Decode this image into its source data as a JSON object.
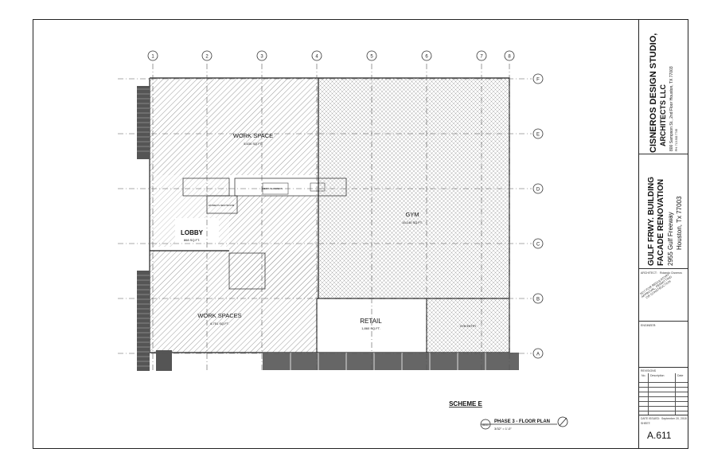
{
  "grid": {
    "columns": [
      "1",
      "2",
      "3",
      "4",
      "5",
      "6",
      "7",
      "8"
    ],
    "rows": [
      "F",
      "E",
      "D",
      "C",
      "B",
      "A"
    ]
  },
  "rooms": {
    "work_space": {
      "name": "WORK SPACE",
      "area": "5,630 SQ.FT."
    },
    "gym": {
      "name": "GYM",
      "area": "15,140 SQ.FT."
    },
    "lobby": {
      "name": "LOBBY",
      "area": "868 SQ.FT."
    },
    "work_spaces": {
      "name": "WORK SPACES",
      "area": "6,751 SQ.FT."
    },
    "retail": {
      "name": "RETAIL",
      "area": "1,860 SQ.FT."
    },
    "gym_entry": {
      "name": "GYM ENTRY"
    },
    "womens": {
      "name": "WOMEN'S RESTROOM"
    },
    "mens": {
      "name": "MEN'S SHOWERS"
    }
  },
  "scheme_label": "SCHEME E",
  "drawing_title": {
    "number": "A611",
    "title": "PHASE 3 - FLOOR PLAN",
    "scale": "3/32\" = 1'-0\""
  },
  "title_block": {
    "firm_name": "CISNEROS DESIGN STUDIO,",
    "firm_name2": "ARCHITECTS LLC",
    "firm_address": "800 Sampson St., 2nd Floor     Houston, TX 77003",
    "firm_phone": "PH: 713.302.7745",
    "project_name1": "GULF FRWY. BUILDING",
    "project_name2": "FACADE RENOVATION",
    "project_address1": "2955 Gulf Freeway",
    "project_address2": "Houston, Tx 77003",
    "architect_label": "ARCHITECT:",
    "architect_name": "Rolando Cisneros",
    "stamp_text": "NOT FOR REGULATORY APPROVAL, PERMITTING OR CONSTRUCTION",
    "engineer_label": "ENGINEER:",
    "revisions_label": "REVISIONS",
    "rev_headers": [
      "No.",
      "Description",
      "Date"
    ],
    "date_issued_label": "DATE ISSUED:",
    "date_issued": "September 20, 2018",
    "sheet_label": "SHEET:",
    "sheet_number": "A.611"
  },
  "colors": {
    "line": "#222222",
    "hatch": "#9a9a9a",
    "grid": "#555555"
  }
}
